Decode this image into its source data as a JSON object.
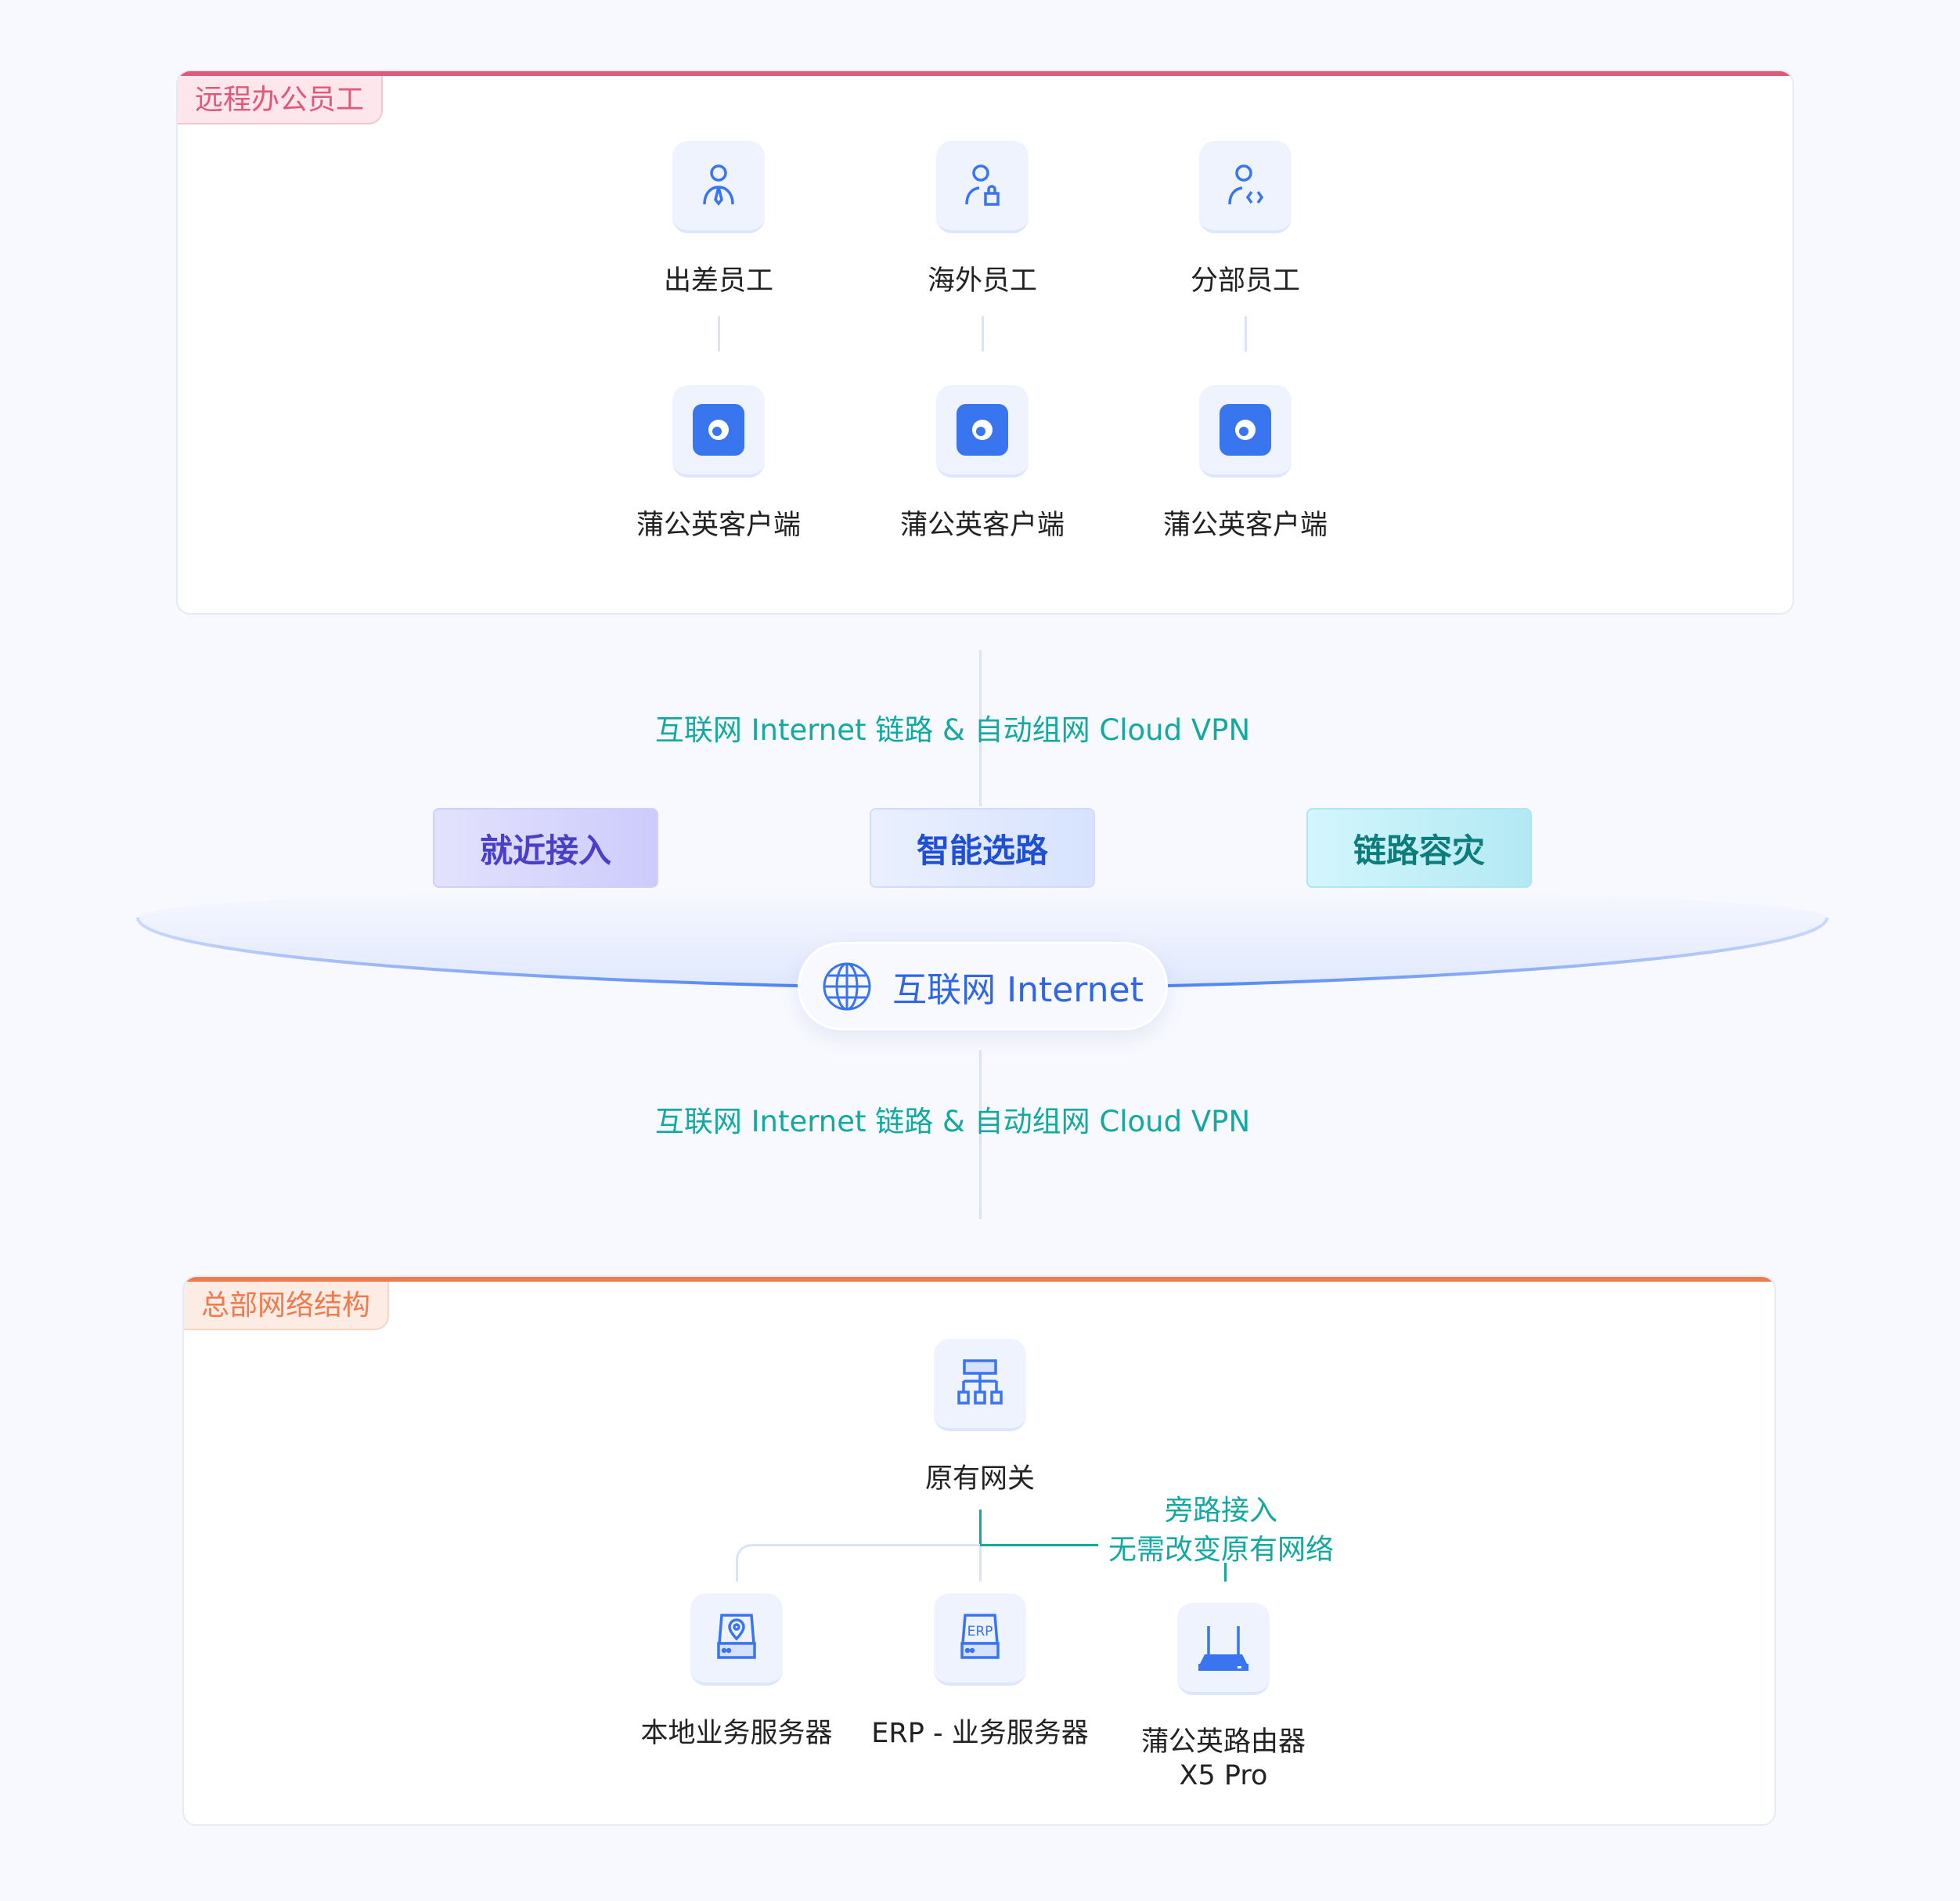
{
  "remote": {
    "tag": "远程办公员工",
    "users": [
      {
        "label": "出差员工",
        "icon": "business-traveler-icon"
      },
      {
        "label": "海外员工",
        "icon": "overseas-user-lock-icon"
      },
      {
        "label": "分部员工",
        "icon": "branch-user-code-icon"
      }
    ],
    "clients": [
      "蒲公英客户端",
      "蒲公英客户端",
      "蒲公英客户端"
    ]
  },
  "link_text_top": "互联网 Internet 链路 & 自动组网 Cloud VPN",
  "features": [
    "就近接入",
    "智能选路",
    "链路容灾"
  ],
  "internet": "互联网 Internet",
  "link_text_bottom": "互联网 Internet 链路 & 自动组网 Cloud VPN",
  "hq": {
    "tag": "总部网络结构",
    "gateway": "原有网关",
    "bypass_line1": "旁路接入",
    "bypass_line2": "无需改变原有网络",
    "local_server": "本地业务服务器",
    "erp_server": "ERP - 业务服务器",
    "router_line1": "蒲公英路由器",
    "router_line2": "X5 Pro"
  },
  "colors": {
    "remote_accent": "#e0587a",
    "hq_accent": "#ef7a4e",
    "blue": "#3a75f0",
    "teal": "#13a8a0"
  }
}
